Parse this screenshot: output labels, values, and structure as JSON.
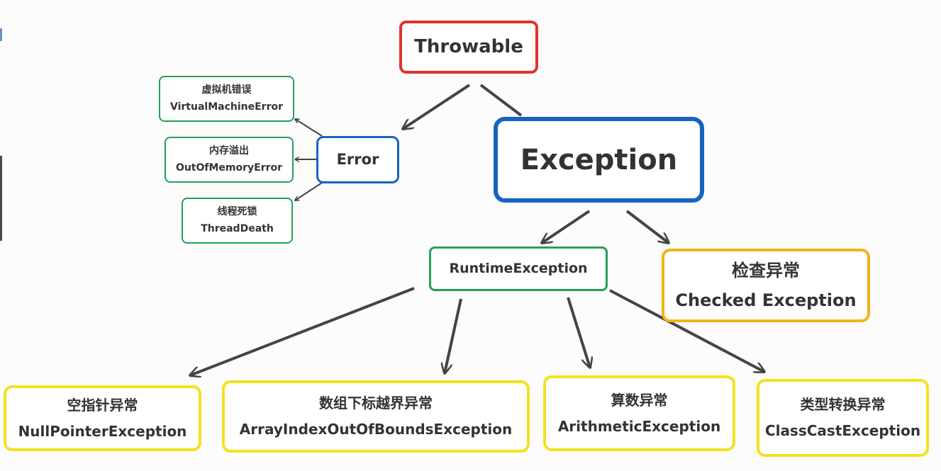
{
  "colors": {
    "root_border": "#e0332b",
    "blue_border": "#1565c0",
    "green_border": "#23a05a",
    "orange_border": "#f2b41a",
    "yellow_border": "#f3e21e",
    "arrow": "#444444",
    "text": "#333333"
  },
  "nodes": {
    "throwable": {
      "label": "Throwable"
    },
    "error": {
      "label": "Error"
    },
    "exception": {
      "label": "Exception"
    },
    "vm_error": {
      "cn": "虚拟机错误",
      "en": "VirtualMachineError"
    },
    "oom_error": {
      "cn": "内存溢出",
      "en": "OutOfMemoryError"
    },
    "thread_death": {
      "cn": "线程死锁",
      "en": "ThreadDeath"
    },
    "runtime_exception": {
      "label": "RuntimeException"
    },
    "checked_exception": {
      "cn": "检查异常",
      "en": "Checked Exception"
    },
    "null_pointer": {
      "cn": "空指针异常",
      "en": "NullPointerException"
    },
    "array_index": {
      "cn": "数组下标越界异常",
      "en": "ArrayIndexOutOfBoundsException"
    },
    "arithmetic": {
      "cn": "算数异常",
      "en": "ArithmeticException"
    },
    "class_cast": {
      "cn": "类型转换异常",
      "en": "ClassCastException"
    }
  }
}
